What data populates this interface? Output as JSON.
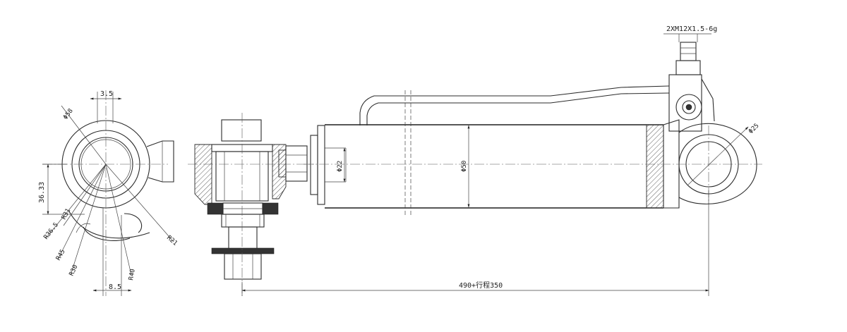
{
  "dimensions": {
    "port_thread": "2XM12X1.5-6g",
    "stroke_length": "490+行程350",
    "rod_diameter": "Φ22",
    "bore_diameter": "Φ50",
    "eye_diameter": "Φ25",
    "side_top_width": "3.5",
    "side_diameter": "Φ58",
    "side_height": "36.33",
    "r_36_5": "R36.5",
    "r_31": "R31",
    "r_45": "R45",
    "r_30": "R30",
    "r_40": "R40",
    "r_21": "R21",
    "side_bottom_width": "8.5"
  }
}
